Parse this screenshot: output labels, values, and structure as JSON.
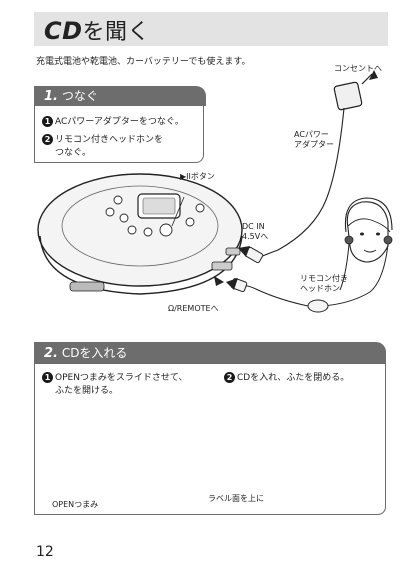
{
  "page": {
    "title_latin": "CD",
    "title_jp": "を聞く",
    "intro": "充電式電池や乾電池、カーバッテリーでも使えます。",
    "page_number": "12"
  },
  "section1": {
    "number": "1.",
    "heading": "つなぐ",
    "steps": [
      {
        "marker": "1",
        "text": "ACパワーアダプターをつなぐ。"
      },
      {
        "marker": "2",
        "text_line1": "リモコン付きヘッドホンを",
        "text_line2": "つなぐ。"
      }
    ],
    "labels": {
      "outlet": "コンセントへ",
      "ac_adapter_line1": "ACパワー",
      "ac_adapter_line2": "アダプター",
      "play_button": "▶IIボタン",
      "dc_in_line1": "DC IN",
      "dc_in_line2": "4.5Vへ",
      "remote_line1": "リモコン付き",
      "remote_line2": "ヘッドホン",
      "remote_jack": "Ω/REMOTEへ"
    }
  },
  "section2": {
    "number": "2.",
    "heading": "CDを入れる",
    "steps": [
      {
        "marker": "1",
        "text_line1": "OPENつまみをスライドさせて、",
        "text_line2": "ふたを開ける。"
      },
      {
        "marker": "2",
        "text": "CDを入れ、ふたを閉める。"
      }
    ],
    "labels": {
      "open_knob": "OPENつまみ",
      "label_side_up": "ラベル面を上に"
    }
  }
}
